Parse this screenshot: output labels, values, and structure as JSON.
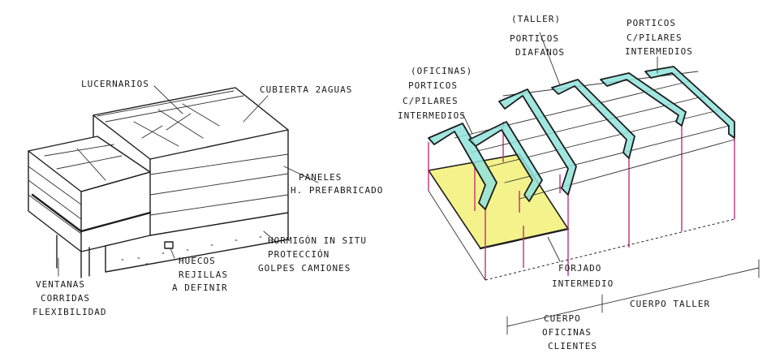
{
  "left_sketch": {
    "labels": {
      "lucernarios": "LUCERNARIOS",
      "cubierta": "CUBIERTA 2AGUAS",
      "paneles": [
        "PANELES",
        "H. PREFABRICADO"
      ],
      "hormigon": [
        "HORMIGÓN IN SITU",
        "PROTECCIÓN",
        "GOLPES CAMIONES"
      ],
      "huecos": [
        "HUECOS",
        "REJILLAS",
        "A DEFINIR"
      ],
      "ventanas": [
        "VENTANAS",
        "CORRIDAS",
        "FLEXIBILIDAD"
      ]
    }
  },
  "right_sketch": {
    "labels": {
      "taller": [
        "(TALLER)",
        "PORTICOS",
        "DIAFANOS"
      ],
      "porticos_pilares": [
        "PORTICOS",
        "C/PILARES",
        "INTERMEDIOS"
      ],
      "oficinas": [
        "(OFICINAS)",
        "PORTICOS",
        "C/PILARES",
        "INTERMEDIOS"
      ],
      "forjado": [
        "FORJADO",
        "INTERMEDIO"
      ],
      "cuerpo_taller": "CUERPO TALLER",
      "cuerpo_oficinas": [
        "CUERPO",
        "OFICINAS",
        "CLIENTES"
      ]
    },
    "colors": {
      "frames": "#8fe3dc",
      "forjado": "#f4f28a",
      "columns": "#c0307a"
    }
  }
}
